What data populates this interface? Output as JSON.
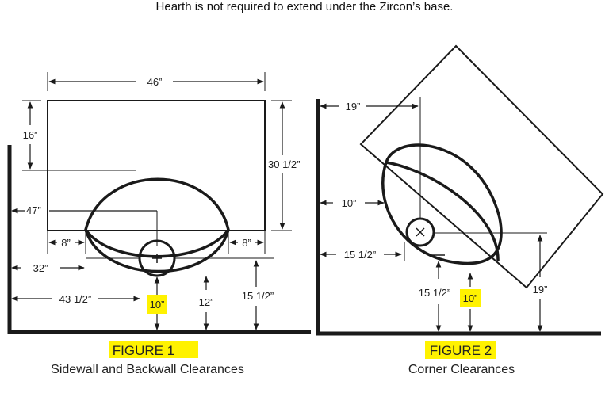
{
  "header": "Hearth is not required to extend under the Zircon’s base.",
  "figure1": {
    "title": "FIGURE 1",
    "caption": "Sidewall and Backwall Clearances",
    "dims": {
      "width_46": "46”",
      "height_16": "16”",
      "height_30_5": "30 1/2”",
      "side_47": "47”",
      "side_8_left": "8”",
      "side_8_right": "8”",
      "side_32": "32”",
      "side_43_5": "43 1/2”",
      "front_10": "10”",
      "front_12": "12”",
      "front_15_5": "15 1/2”"
    }
  },
  "figure2": {
    "title": "FIGURE 2",
    "caption": "Corner Clearances",
    "dims": {
      "top_19": "19”",
      "side_10": "10”",
      "side_15_5": "15 1/2”",
      "front_15_5": "15 1/2”",
      "front_10": "10”",
      "right_19": "19”"
    }
  },
  "colors": {
    "highlight": "#fff200",
    "line": "#1a1a1a"
  }
}
